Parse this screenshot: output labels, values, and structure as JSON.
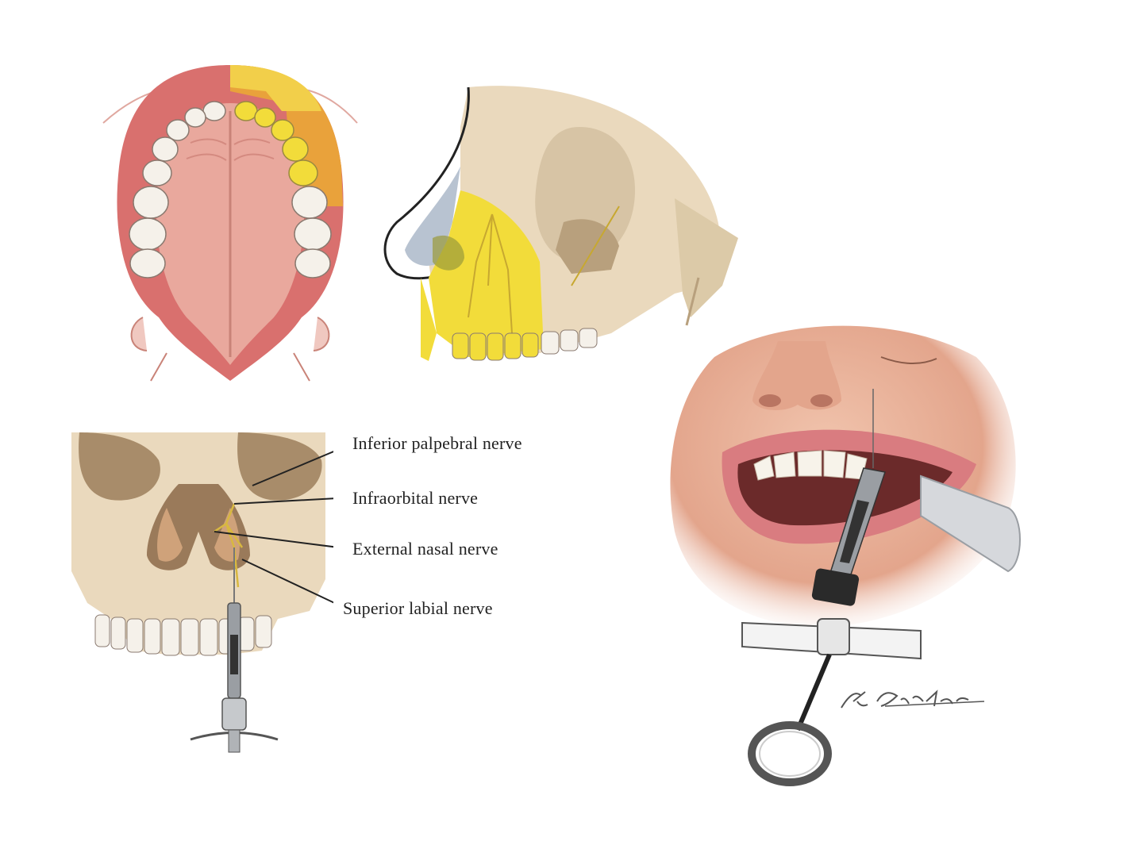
{
  "labels": {
    "inferior_palpebral": "Inferior palpebral nerve",
    "infraorbital": "Infraorbital nerve",
    "external_nasal": "External nasal nerve",
    "superior_labial": "Superior labial nerve"
  },
  "signature": "K. Carter",
  "colors": {
    "gum": "#d9706e",
    "palate": "#e9a89d",
    "nerve_yellow": "#f2dc3a",
    "zone_orange": "#e9a23b",
    "bone": "#ead9bd",
    "skin": "#e9b39a",
    "lip": "#d97c80",
    "steel": "#9a9ea3"
  }
}
